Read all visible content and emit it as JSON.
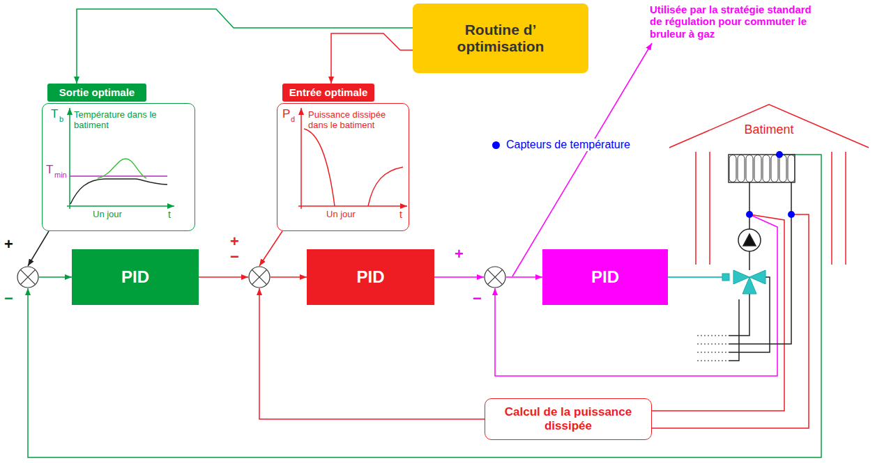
{
  "diagram": {
    "nodes": [
      {
        "text": [
          "Routine d’ optimisation"
        ]
      },
      {
        "text": [
          "Sortie optimale",
          "T",
          "b",
          "Température dans le batiment",
          "T",
          "min",
          "Un jour",
          "t"
        ]
      },
      {
        "text": [
          "Entrée optimale",
          "P",
          "d",
          "Puissance dissipée dans le batiment",
          "Un jour",
          "t"
        ]
      },
      {
        "text": [
          "Batiment"
        ]
      },
      {
        "text": [
          "+",
          "−"
        ]
      },
      {
        "text": [
          "PID"
        ]
      },
      {
        "text": [
          "+",
          "−"
        ]
      },
      {
        "text": [
          "PID"
        ]
      },
      {
        "text": [
          "+",
          "−"
        ]
      },
      {
        "text": [
          "PID"
        ]
      },
      {
        "text": [
          "Calcul de la puissance dissipée"
        ]
      }
    ],
    "edges": [
      {
        "from": 0,
        "to": 1,
        "arrow": "to"
      },
      {
        "from": 0,
        "to": 2,
        "arrow": "to"
      },
      {
        "from": 1,
        "to": 4,
        "arrow": "to"
      },
      {
        "from": 4,
        "to": 5,
        "arrow": "to"
      },
      {
        "from": 5,
        "to": 6,
        "arrow": "to"
      },
      {
        "from": 2,
        "to": 6,
        "arrow": "to"
      },
      {
        "from": 6,
        "to": 7,
        "arrow": "to"
      },
      {
        "from": 7,
        "to": 8,
        "arrow": "to"
      },
      {
        "from": 8,
        "to": 9,
        "arrow": "to"
      },
      {
        "from": 10,
        "to": 6,
        "arrow": "to"
      }
    ],
    "labels": [
      "Utilisée par la stratégie standard de régulation pour commuter le bruleur à gaz"
    ],
    "legend": [
      {
        "text": "Capteurs de température",
        "color": "#0000ff"
      }
    ]
  }
}
